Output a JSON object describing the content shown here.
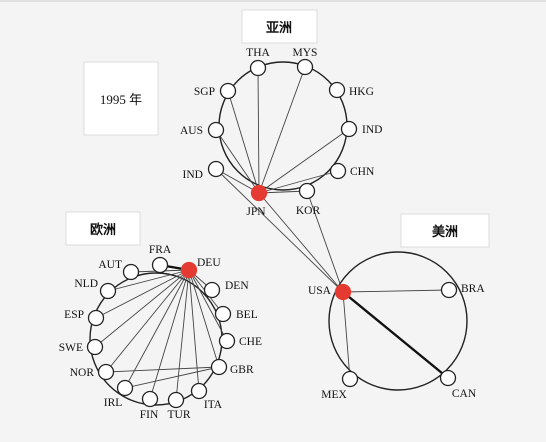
{
  "year_label": "1995 年",
  "regions": {
    "asia": "亚洲",
    "europe": "欧洲",
    "americas": "美洲"
  },
  "nodes": {
    "THA": "THA",
    "MYS": "MYS",
    "SGP": "SGP",
    "HKG": "HKG",
    "AUS": "AUS",
    "IND_ASIA": "IND",
    "IND_LEFT": "IND",
    "CHN": "CHN",
    "JPN": "JPN",
    "KOR": "KOR",
    "AUT": "AUT",
    "FRA": "FRA",
    "DEU": "DEU",
    "NLD": "NLD",
    "DEN": "DEN",
    "ESP": "ESP",
    "BEL": "BEL",
    "SWE": "SWE",
    "CHE": "CHE",
    "NOR": "NOR",
    "GBR": "GBR",
    "IRL": "IRL",
    "FIN": "FIN",
    "TUR": "TUR",
    "ITA": "ITA",
    "USA": "USA",
    "BRA": "BRA",
    "MEX": "MEX",
    "CAN": "CAN"
  },
  "hubs": [
    "JPN",
    "DEU",
    "USA"
  ],
  "colors": {
    "hub": "#e53a31",
    "stroke": "#222222",
    "background": "#f4f4f4"
  }
}
